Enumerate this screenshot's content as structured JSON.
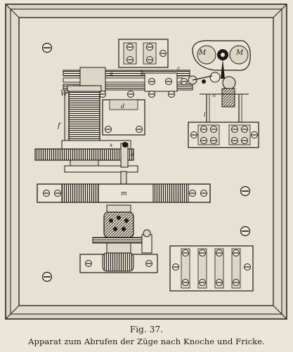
{
  "figure": {
    "number_label": "Fig. 37.",
    "caption": "Apparat zum Abrufen der Züge nach Knoche und Fricke.",
    "letter_labels": {
      "coil": "W",
      "spring": "f",
      "roller": "m",
      "a1": "a",
      "b1": "b",
      "c1": "c",
      "d1": "d",
      "k1": "k",
      "x1": "x",
      "m1": "M",
      "m2": "M",
      "n1": "n",
      "l1": "l"
    },
    "colors": {
      "ink": "#1c1a16",
      "paper": "#ebe6d8",
      "board": "#e4dfd0"
    }
  }
}
